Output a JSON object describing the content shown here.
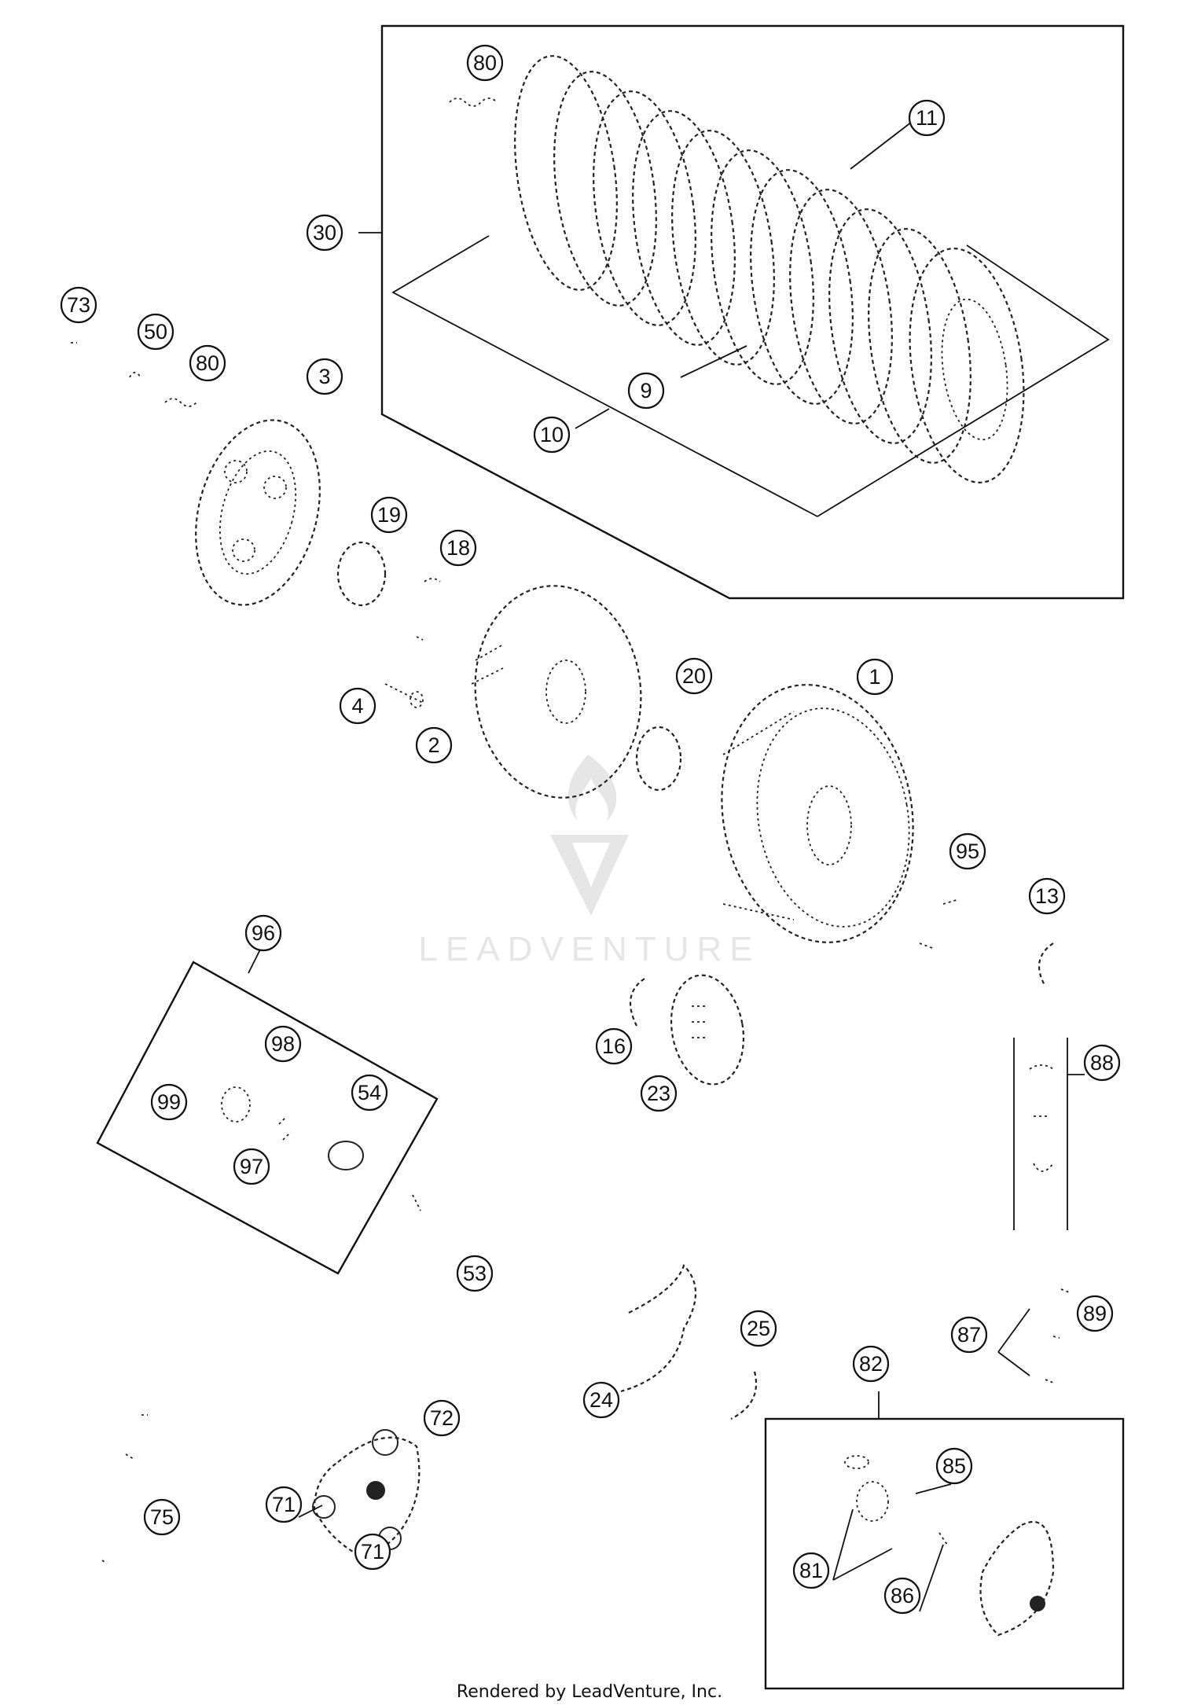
{
  "callouts": [
    {
      "id": "c80a",
      "label": "80"
    },
    {
      "id": "c11",
      "label": "11"
    },
    {
      "id": "c30",
      "label": "30"
    },
    {
      "id": "c73",
      "label": "73"
    },
    {
      "id": "c50",
      "label": "50"
    },
    {
      "id": "c80b",
      "label": "80"
    },
    {
      "id": "c3",
      "label": "3"
    },
    {
      "id": "c9",
      "label": "9"
    },
    {
      "id": "c10",
      "label": "10"
    },
    {
      "id": "c19",
      "label": "19"
    },
    {
      "id": "c18",
      "label": "18"
    },
    {
      "id": "c20",
      "label": "20"
    },
    {
      "id": "c1",
      "label": "1"
    },
    {
      "id": "c4",
      "label": "4"
    },
    {
      "id": "c2",
      "label": "2"
    },
    {
      "id": "c95",
      "label": "95"
    },
    {
      "id": "c13",
      "label": "13"
    },
    {
      "id": "c96",
      "label": "96"
    },
    {
      "id": "c98",
      "label": "98"
    },
    {
      "id": "c54",
      "label": "54"
    },
    {
      "id": "c99",
      "label": "99"
    },
    {
      "id": "c97",
      "label": "97"
    },
    {
      "id": "c16",
      "label": "16"
    },
    {
      "id": "c23",
      "label": "23"
    },
    {
      "id": "c88",
      "label": "88"
    },
    {
      "id": "c53",
      "label": "53"
    },
    {
      "id": "c25",
      "label": "25"
    },
    {
      "id": "c87",
      "label": "87"
    },
    {
      "id": "c89",
      "label": "89"
    },
    {
      "id": "c82",
      "label": "82"
    },
    {
      "id": "c72",
      "label": "72"
    },
    {
      "id": "c24",
      "label": "24"
    },
    {
      "id": "c85",
      "label": "85"
    },
    {
      "id": "c71a",
      "label": "71"
    },
    {
      "id": "c75",
      "label": "75"
    },
    {
      "id": "c71b",
      "label": "71"
    },
    {
      "id": "c81",
      "label": "81"
    },
    {
      "id": "c86",
      "label": "86"
    }
  ],
  "watermark": {
    "brand": "LEADVENTURE"
  },
  "footer": {
    "text": "Rendered by LeadVenture, Inc."
  },
  "colors": {
    "line": "#111111",
    "watermark": "#e6e6e6"
  }
}
